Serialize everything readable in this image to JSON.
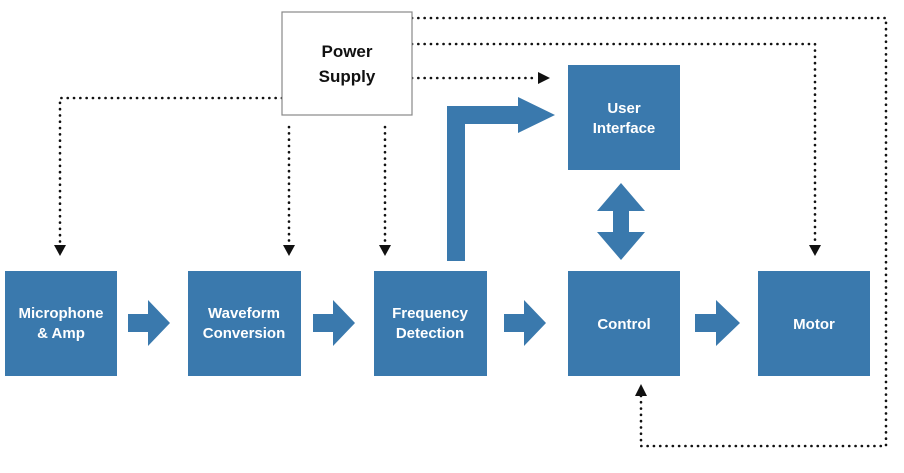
{
  "colors": {
    "block_fill": "#3a79ad",
    "dotted_line": "#111111",
    "power_supply_fill": "#ffffff",
    "power_supply_border": "#888888"
  },
  "power_supply": {
    "line1": "Power",
    "line2": "Supply"
  },
  "blocks": {
    "microphone": {
      "line1": "Microphone",
      "line2": "& Amp"
    },
    "waveform": {
      "line1": "Waveform",
      "line2": "Conversion"
    },
    "frequency": {
      "line1": "Frequency",
      "line2": "Detection"
    },
    "control": {
      "line1": "Control"
    },
    "motor": {
      "line1": "Motor"
    },
    "user_interface": {
      "line1": "User",
      "line2": "Interface"
    }
  }
}
